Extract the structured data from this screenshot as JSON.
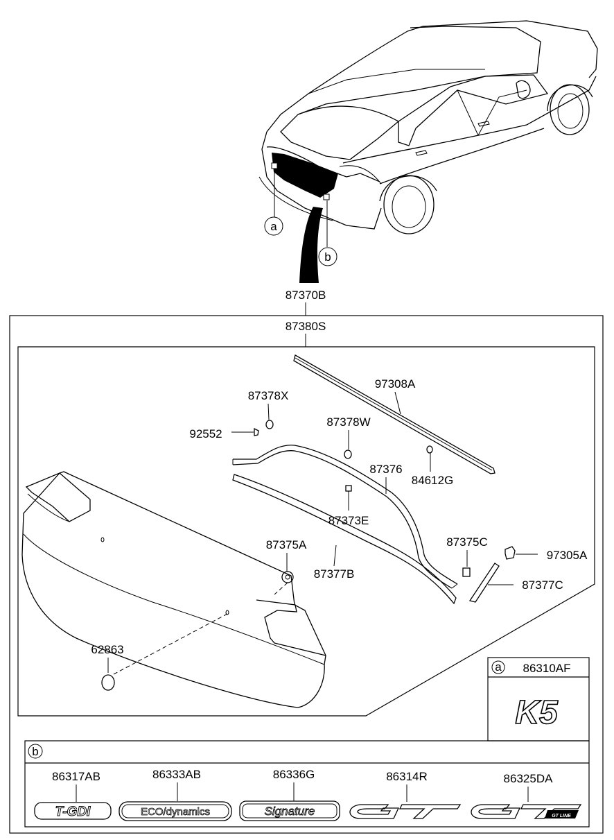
{
  "callouts": {
    "a": "a",
    "b": "b"
  },
  "parts": {
    "assembly": "87370B",
    "subassembly": "87380S",
    "molding_upper": "97308A",
    "clip_x": "87378X",
    "screw": "92552",
    "clip_w": "87378W",
    "seal_strip": "87376",
    "plug_g": "84612G",
    "pad_e": "87373E",
    "clip_a": "87375A",
    "molding_lower": "87377B",
    "clip_c": "87375C",
    "bracket": "97305A",
    "molding_side": "87377C",
    "cap": "62863"
  },
  "emblem_a": {
    "part": "86310AF",
    "emblem_text": "K5"
  },
  "emblems_b": [
    {
      "part": "86317AB",
      "emblem_text": "T-GDI"
    },
    {
      "part": "86333AB",
      "emblem_text": "ECO/dynamics"
    },
    {
      "part": "86336G",
      "emblem_text": "Signature"
    },
    {
      "part": "86314R",
      "emblem_text": "GT"
    },
    {
      "part": "86325DA",
      "emblem_text": "GT LINE"
    }
  ],
  "colors": {
    "ink": "#000000",
    "paper": "#ffffff"
  }
}
